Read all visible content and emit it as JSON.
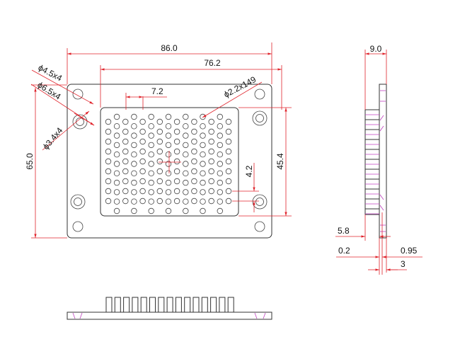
{
  "drawing": {
    "colors": {
      "outline": "#333333",
      "dimension": "#e0242c",
      "hidden": "#c040c0"
    },
    "top_view": {
      "dims": {
        "overall_width": "86.0",
        "pocket_width": "76.2",
        "overall_height": "65.0",
        "pocket_height": "45.4",
        "pin_pitch_x": "7.2",
        "pin_pitch_y": "4.2",
        "pin_holes": "ϕ2.2x149",
        "mount_hole": "ϕ4.5x4",
        "counterbore": "ϕ6.5x4",
        "through_hole": "ϕ3.4x4"
      }
    },
    "side_view": {
      "dims": {
        "total_thickness": "9.0",
        "fin_height": "5.8",
        "gap": "0.2",
        "plate": "0.95",
        "base": "3"
      }
    }
  }
}
